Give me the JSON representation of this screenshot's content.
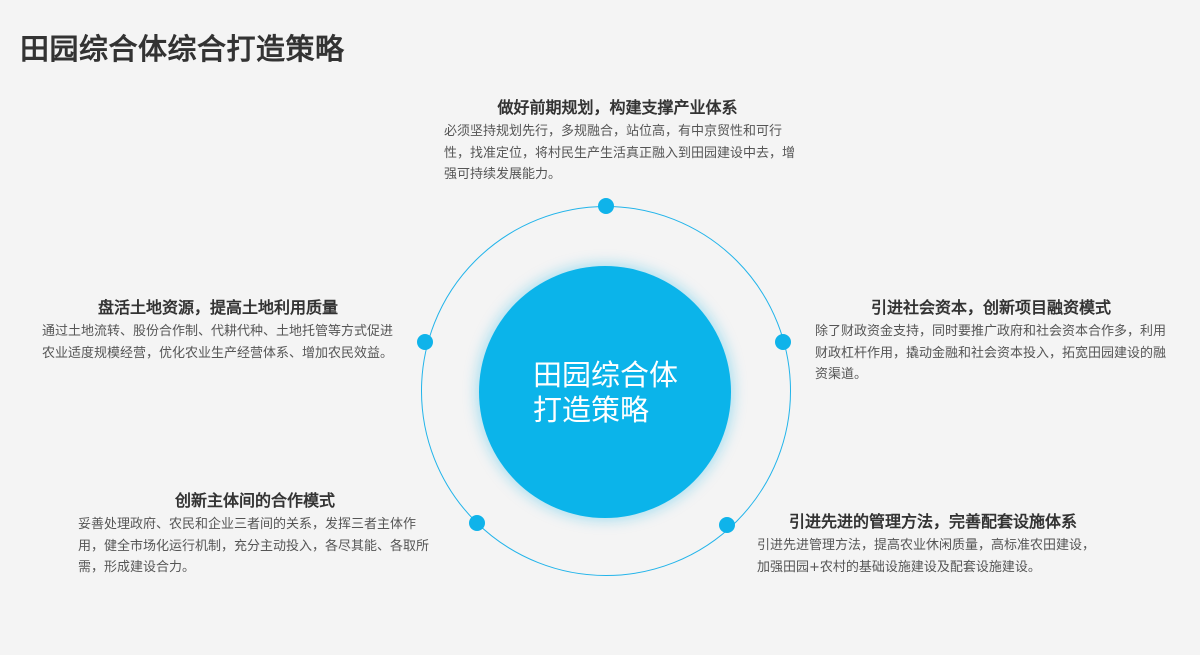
{
  "page": {
    "title": "田园综合体综合打造策略"
  },
  "center": {
    "line1": "田园综合体",
    "line2": "打造策略"
  },
  "blocks": [
    {
      "id": "top",
      "title": "做好前期规划，构建支撑产业体系",
      "body": "必须坚持规划先行，多规融合，站位高，有中京贸性和可行性，找准定位，将村民生产生活真正融入到田园建设中去，增强可持续发展能力。"
    },
    {
      "id": "left",
      "title": "盘活土地资源，提高土地利用质量",
      "body": "通过土地流转、股份合作制、代耕代种、土地托管等方式促进农业适度规模经营，优化农业生产经营体系、增加农民效益。"
    },
    {
      "id": "right",
      "title": "引进社会资本，创新项目融资模式",
      "body": "除了财政资金支持，同时要推广政府和社会资本合作多，利用财政杠杆作用，撬动金融和社会资本投入，拓宽田园建设的融资渠道。"
    },
    {
      "id": "bottom-left",
      "title": "创新主体间的合作模式",
      "body": "妥善处理政府、农民和企业三者间的关系，发挥三者主体作用，健全市场化运行机制，充分主动投入，各尽其能、各取所需，形成建设合力。"
    },
    {
      "id": "bottom-right",
      "title": "引进先进的管理方法，完善配套设施体系",
      "body": "引进先进管理方法，提高农业休闲质量，高标准农田建设，加强田园+农村的基础设施建设及配套设施建设。"
    }
  ],
  "colors": {
    "accent": "#0bb4ea",
    "ring": "#22b4ea",
    "background": "#f4f4f4",
    "title_text": "#333333",
    "body_text": "#555555"
  }
}
